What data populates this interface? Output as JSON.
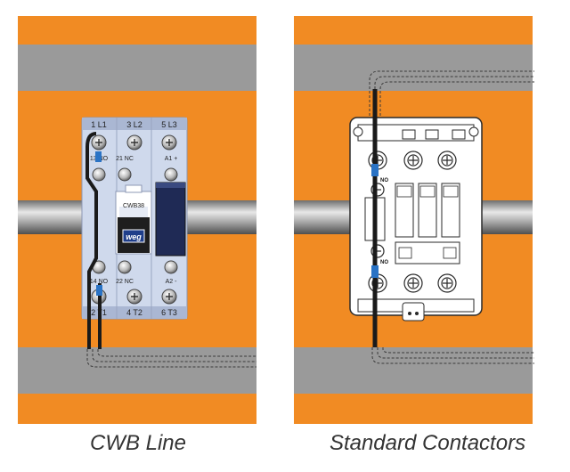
{
  "colors": {
    "orange": "#f18b23",
    "gray_band": "#9a9a9a",
    "rail_light": "#d9d9d9",
    "rail_dark": "#5e5e5e",
    "cwb_body": "#c9d4ea",
    "cwb_dark_block": "#1f2a55",
    "wire": "#1a1a1a",
    "terminal_blue": "#2a73c5",
    "std_body": "#ffffff"
  },
  "left_panel": {
    "caption": "CWB Line",
    "top_labels": [
      "1 L1",
      "3 L2",
      "5 L3"
    ],
    "upper_aux_labels": [
      "13 NO",
      "21 NC",
      "A1 +"
    ],
    "model": "CWB38",
    "brand": "weg",
    "lower_aux_labels": [
      "14 NO",
      "22 NC",
      "A2 -"
    ],
    "bottom_labels": [
      "2 T1",
      "4 T2",
      "6 T3"
    ]
  },
  "right_panel": {
    "caption": "Standard Contactors",
    "aux_label_top": "NO",
    "aux_label_bottom": "NO"
  }
}
